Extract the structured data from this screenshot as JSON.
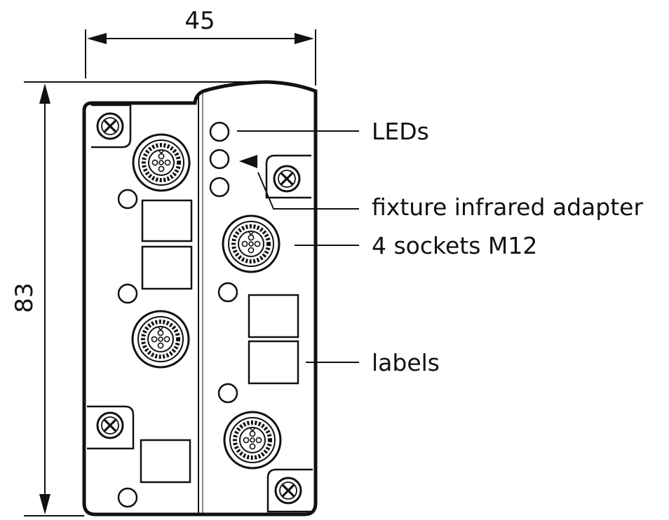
{
  "dimensions": {
    "width_label": "45",
    "height_label": "83"
  },
  "callouts": {
    "leds": "LEDs",
    "infrared_adapter": "fixture infrared adapter",
    "sockets": "4 sockets M12",
    "labels": "labels"
  },
  "colors": {
    "line": "#111111",
    "background": "#ffffff"
  }
}
